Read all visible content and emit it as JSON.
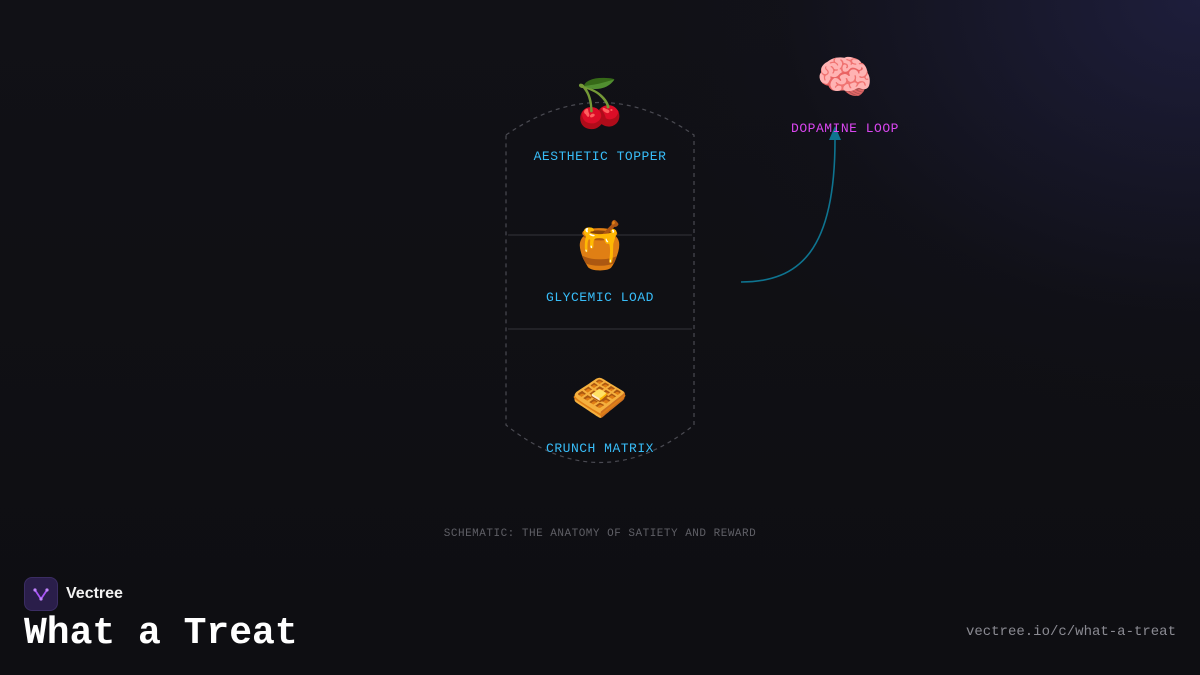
{
  "diagram": {
    "layers": [
      {
        "icon": "cherry-icon",
        "glyph": "🍒",
        "label": "AESTHETIC TOPPER"
      },
      {
        "icon": "honey-pot-icon",
        "glyph": "🍯",
        "label": "GLYCEMIC LOAD"
      },
      {
        "icon": "waffle-icon",
        "glyph": "🧇",
        "label": "CRUNCH MATRIX"
      }
    ],
    "reward": {
      "icon": "brain-icon",
      "glyph": "🧠",
      "label": "DOPAMINE LOOP"
    },
    "caption": "SCHEMATIC: THE ANATOMY OF SATIETY AND REWARD",
    "colors": {
      "layer_label": "#38bdf8",
      "reward_label": "#d946ef",
      "connector": "#0e7490"
    }
  },
  "footer": {
    "brand_name": "Vectree",
    "title": "What a Treat",
    "url": "vectree.io/c/what-a-treat"
  }
}
